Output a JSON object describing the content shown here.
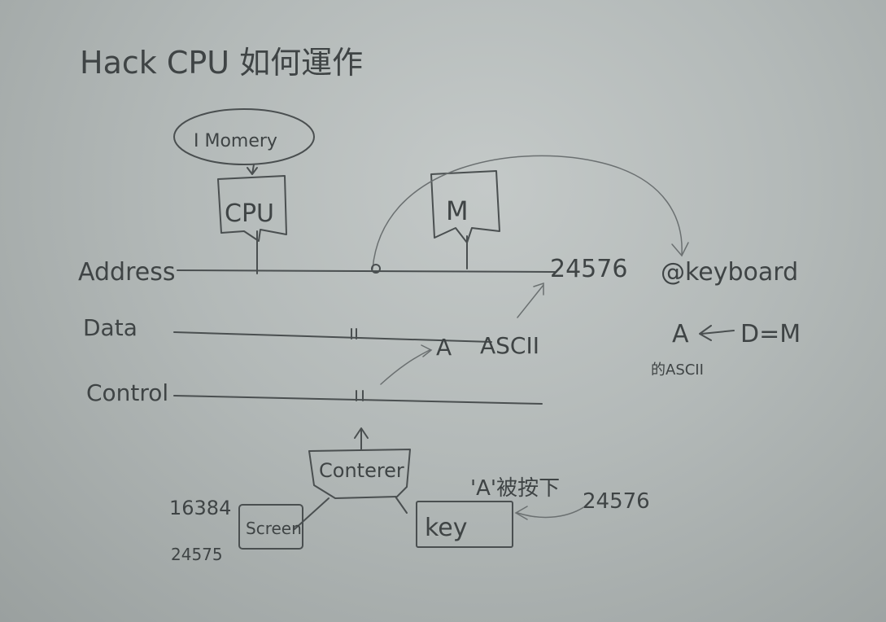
{
  "title": "Hack CPU 如何運作",
  "memory_label": "I Momery",
  "cpu_label": "CPU",
  "m_label": "M",
  "buses": {
    "address": "Address",
    "data": "Data",
    "control": "Control"
  },
  "address_value": "24576",
  "keyboard_label": "@keyboard",
  "ascii_label": "ASCII",
  "data_a_label": "A",
  "assign_left": "A",
  "assign_right": "D=M",
  "ascii_note": "的ASCII",
  "controller_label": "Conterer",
  "screen_label": "Screen",
  "screen_start": "16384",
  "screen_end": "24575",
  "key_label": "key",
  "key_pressed_label": "'A'被按下",
  "key_address": "24576"
}
